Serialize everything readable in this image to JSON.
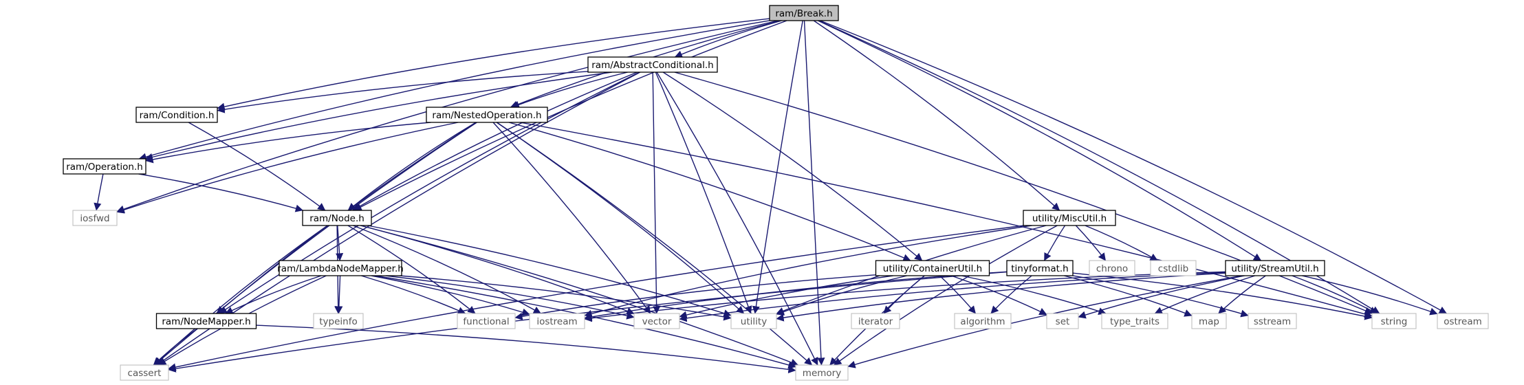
{
  "graph": {
    "root": "ram/Break.h",
    "node_style": {
      "root_fill": "#bfbfbf",
      "documented_border": "#000000",
      "external_border": "#bfbfbf",
      "edge_color": "#191970"
    },
    "nodes": [
      {
        "id": "break",
        "label": "ram/Break.h",
        "kind": "root"
      },
      {
        "id": "abscond",
        "label": "ram/AbstractConditional.h",
        "kind": "documented"
      },
      {
        "id": "condition",
        "label": "ram/Condition.h",
        "kind": "documented"
      },
      {
        "id": "nested",
        "label": "ram/NestedOperation.h",
        "kind": "documented"
      },
      {
        "id": "operation",
        "label": "ram/Operation.h",
        "kind": "documented"
      },
      {
        "id": "node",
        "label": "ram/Node.h",
        "kind": "documented"
      },
      {
        "id": "lambda",
        "label": "ram/LambdaNodeMapper.h",
        "kind": "documented"
      },
      {
        "id": "nodemapper",
        "label": "ram/NodeMapper.h",
        "kind": "documented"
      },
      {
        "id": "miscutil",
        "label": "utility/MiscUtil.h",
        "kind": "documented"
      },
      {
        "id": "containerutil",
        "label": "utility/ContainerUtil.h",
        "kind": "documented"
      },
      {
        "id": "tinyformat",
        "label": "tinyformat.h",
        "kind": "documented"
      },
      {
        "id": "streamutil",
        "label": "utility/StreamUtil.h",
        "kind": "documented"
      },
      {
        "id": "iosfwd",
        "label": "iosfwd",
        "kind": "external"
      },
      {
        "id": "typeinfo",
        "label": "typeinfo",
        "kind": "external"
      },
      {
        "id": "functional",
        "label": "functional",
        "kind": "external"
      },
      {
        "id": "iostream",
        "label": "iostream",
        "kind": "external"
      },
      {
        "id": "vector",
        "label": "vector",
        "kind": "external"
      },
      {
        "id": "utility",
        "label": "utility",
        "kind": "external"
      },
      {
        "id": "cassert",
        "label": "cassert",
        "kind": "external"
      },
      {
        "id": "memory",
        "label": "memory",
        "kind": "external"
      },
      {
        "id": "chrono",
        "label": "chrono",
        "kind": "external"
      },
      {
        "id": "cstdlib",
        "label": "cstdlib",
        "kind": "external"
      },
      {
        "id": "iterator",
        "label": "iterator",
        "kind": "external"
      },
      {
        "id": "algorithm",
        "label": "algorithm",
        "kind": "external"
      },
      {
        "id": "set",
        "label": "set",
        "kind": "external"
      },
      {
        "id": "type_traits",
        "label": "type_traits",
        "kind": "external"
      },
      {
        "id": "map",
        "label": "map",
        "kind": "external"
      },
      {
        "id": "sstream",
        "label": "sstream",
        "kind": "external"
      },
      {
        "id": "string",
        "label": "string",
        "kind": "external"
      },
      {
        "id": "ostream",
        "label": "ostream",
        "kind": "external"
      }
    ],
    "edges": [
      [
        "break",
        "abscond"
      ],
      [
        "break",
        "condition"
      ],
      [
        "break",
        "nested"
      ],
      [
        "break",
        "operation"
      ],
      [
        "break",
        "node"
      ],
      [
        "break",
        "iosfwd"
      ],
      [
        "break",
        "utility"
      ],
      [
        "break",
        "miscutil"
      ],
      [
        "break",
        "streamutil"
      ],
      [
        "break",
        "string"
      ],
      [
        "break",
        "ostream"
      ],
      [
        "break",
        "memory"
      ],
      [
        "abscond",
        "condition"
      ],
      [
        "abscond",
        "nested"
      ],
      [
        "abscond",
        "operation"
      ],
      [
        "abscond",
        "node"
      ],
      [
        "abscond",
        "nodemapper"
      ],
      [
        "abscond",
        "cassert"
      ],
      [
        "abscond",
        "vector"
      ],
      [
        "abscond",
        "utility"
      ],
      [
        "abscond",
        "memory"
      ],
      [
        "abscond",
        "containerutil"
      ],
      [
        "abscond",
        "string"
      ],
      [
        "condition",
        "node"
      ],
      [
        "nested",
        "operation"
      ],
      [
        "nested",
        "node"
      ],
      [
        "nested",
        "nodemapper"
      ],
      [
        "nested",
        "iosfwd"
      ],
      [
        "nested",
        "cassert"
      ],
      [
        "nested",
        "memory"
      ],
      [
        "nested",
        "vector"
      ],
      [
        "nested",
        "utility"
      ],
      [
        "nested",
        "containerutil"
      ],
      [
        "nested",
        "string"
      ],
      [
        "operation",
        "iosfwd"
      ],
      [
        "operation",
        "node"
      ],
      [
        "node",
        "lambda"
      ],
      [
        "node",
        "cassert"
      ],
      [
        "node",
        "typeinfo"
      ],
      [
        "node",
        "functional"
      ],
      [
        "node",
        "iostream"
      ],
      [
        "node",
        "vector"
      ],
      [
        "node",
        "utility"
      ],
      [
        "node",
        "memory"
      ],
      [
        "lambda",
        "nodemapper"
      ],
      [
        "lambda",
        "typeinfo"
      ],
      [
        "lambda",
        "functional"
      ],
      [
        "lambda",
        "iostream"
      ],
      [
        "lambda",
        "vector"
      ],
      [
        "lambda",
        "utility"
      ],
      [
        "lambda",
        "memory"
      ],
      [
        "lambda",
        "cassert"
      ],
      [
        "nodemapper",
        "cassert"
      ],
      [
        "nodemapper",
        "memory"
      ],
      [
        "miscutil",
        "cassert"
      ],
      [
        "miscutil",
        "iostream"
      ],
      [
        "miscutil",
        "utility"
      ],
      [
        "miscutil",
        "tinyformat"
      ],
      [
        "miscutil",
        "chrono"
      ],
      [
        "miscutil",
        "cstdlib"
      ],
      [
        "miscutil",
        "memory"
      ],
      [
        "containerutil",
        "functional"
      ],
      [
        "containerutil",
        "vector"
      ],
      [
        "containerutil",
        "utility"
      ],
      [
        "containerutil",
        "iterator"
      ],
      [
        "containerutil",
        "algorithm"
      ],
      [
        "containerutil",
        "set"
      ],
      [
        "containerutil",
        "type_traits"
      ],
      [
        "containerutil",
        "memory"
      ],
      [
        "tinyformat",
        "iostream"
      ],
      [
        "tinyformat",
        "algorithm"
      ],
      [
        "tinyformat",
        "cassert"
      ],
      [
        "tinyformat",
        "sstream"
      ],
      [
        "tinyformat",
        "string"
      ],
      [
        "tinyformat",
        "map"
      ],
      [
        "streamutil",
        "iostream"
      ],
      [
        "streamutil",
        "vector"
      ],
      [
        "streamutil",
        "utility"
      ],
      [
        "streamutil",
        "set"
      ],
      [
        "streamutil",
        "type_traits"
      ],
      [
        "streamutil",
        "map"
      ],
      [
        "streamutil",
        "string"
      ],
      [
        "streamutil",
        "ostream"
      ],
      [
        "streamutil",
        "memory"
      ]
    ]
  }
}
